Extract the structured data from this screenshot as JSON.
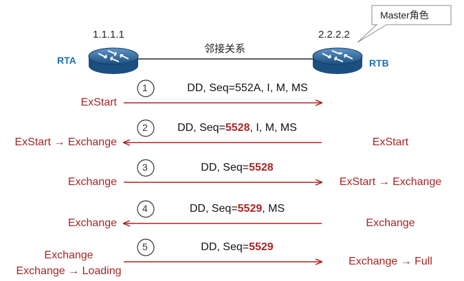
{
  "routers": {
    "rta": {
      "name": "RTA",
      "ip": "1.1.1.1"
    },
    "rtb": {
      "name": "RTB",
      "ip": "2.2.2.2"
    }
  },
  "link_label": "邻接关系",
  "callout": "Master角色",
  "arrow_color": "#a82424",
  "router_color": "#1f5a8a",
  "steps": [
    {
      "num": "1",
      "direction": "right",
      "pkt": [
        {
          "t": "DD, Seq=552A, I, M, MS",
          "hl": false
        }
      ],
      "left": [
        "ExStart"
      ],
      "right": []
    },
    {
      "num": "2",
      "direction": "left",
      "pkt": [
        {
          "t": "DD, Seq=",
          "hl": false
        },
        {
          "t": "5528",
          "hl": true
        },
        {
          "t": ", I, M, MS",
          "hl": false
        }
      ],
      "left": [
        "ExStart → Exchange"
      ],
      "right": [
        "ExStart"
      ]
    },
    {
      "num": "3",
      "direction": "right",
      "pkt": [
        {
          "t": "DD, Seq=",
          "hl": false
        },
        {
          "t": "5528",
          "hl": true
        }
      ],
      "left": [
        "Exchange"
      ],
      "right": [
        "ExStart → Exchange"
      ]
    },
    {
      "num": "4",
      "direction": "left",
      "pkt": [
        {
          "t": "DD, Seq=",
          "hl": false
        },
        {
          "t": "5529",
          "hl": true
        },
        {
          "t": ", MS",
          "hl": false
        }
      ],
      "left": [
        "Exchange"
      ],
      "right": [
        "Exchange"
      ]
    },
    {
      "num": "5",
      "direction": "right",
      "pkt": [
        {
          "t": "DD, Seq=",
          "hl": false
        },
        {
          "t": "5529",
          "hl": true
        }
      ],
      "left": [
        "Exchange",
        "Exchange → Loading"
      ],
      "right": [
        "Exchange → Full"
      ]
    }
  ]
}
